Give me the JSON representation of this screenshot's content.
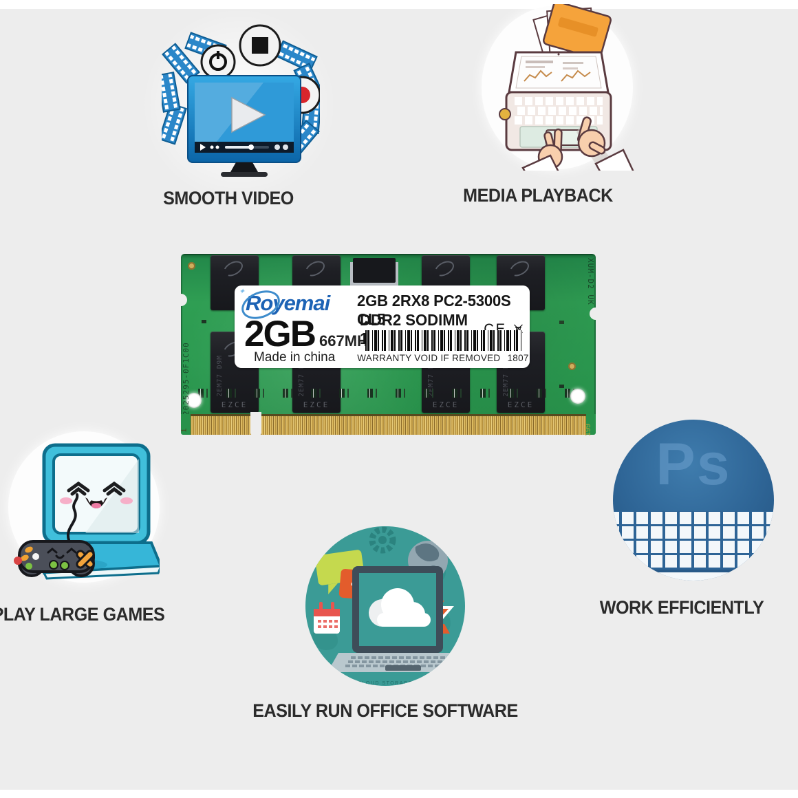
{
  "captions": {
    "smooth_video": "SMOOTH VIDEO",
    "media_playback": "MEDIA PLAYBACK",
    "play_games": "PLAY LARGE GAMES",
    "office": "EASILY RUN OFFICE SOFTWARE",
    "work": "WORK EFFICIENTLY"
  },
  "office_circle": {
    "watermark": "CLOUD STORAGE"
  },
  "work_circle": {
    "logo": "Ps"
  },
  "ram": {
    "brand": "Royemai",
    "spec_line1": "2GB 2RX8 PC2-5300S CL5",
    "spec_line2": "DDR2 SODIMM 1.8V",
    "ce": "CE",
    "capacity": "2GB",
    "speed": "667MHZ",
    "origin": "Made in china",
    "warranty": "WARRANTY VOID IF REMOVED",
    "date_code": "1807",
    "serial_left": "2025295-0F1C00",
    "serial_right": "XUM-D2 UK",
    "pin_first": "1",
    "pin_last": "199",
    "chip_text_vertical": "2EM77 D9M",
    "chip_text_bottom": "EZCE"
  },
  "colors": {
    "background": "#ededed",
    "pcb_green": "#2f9e53",
    "gold_pins": "#d9b860",
    "label_bg": "#ffffff",
    "logo_blue": "#1d63b5",
    "teal_circle": "#3b9b96",
    "ps_blue": "#2f6697",
    "accent_orange": "#f2a43c",
    "cyan_laptop": "#3ec0da",
    "record_red": "#d8262c"
  }
}
